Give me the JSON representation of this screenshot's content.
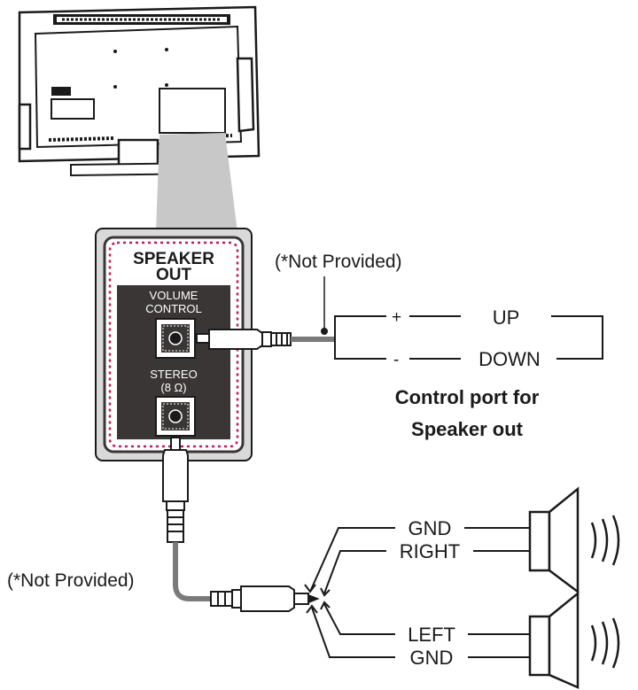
{
  "panel": {
    "title_line1": "SPEAKER",
    "title_line2": "OUT",
    "volume_line1": "VOLUME",
    "volume_line2": "CONTROL",
    "stereo_line1": "STEREO",
    "stereo_line2": "(8 Ω)"
  },
  "control": {
    "not_provided": "(*Not Provided)",
    "plus": "+",
    "minus": "-",
    "up": "UP",
    "down": "DOWN",
    "caption_line1": "Control port for",
    "caption_line2": "Speaker out"
  },
  "speakers": {
    "not_provided": "(*Not Provided)",
    "gnd_top": "GND",
    "right": "RIGHT",
    "left": "LEFT",
    "gnd_bottom": "GND"
  },
  "colors": {
    "line": "#1a1a1a",
    "panel_dark": "#3a3636",
    "panel_frame": "#d9d9d9",
    "dotted_border": "#c2185b",
    "callout": "#c8c8c8",
    "cable_grey": "#7a7a7a"
  }
}
